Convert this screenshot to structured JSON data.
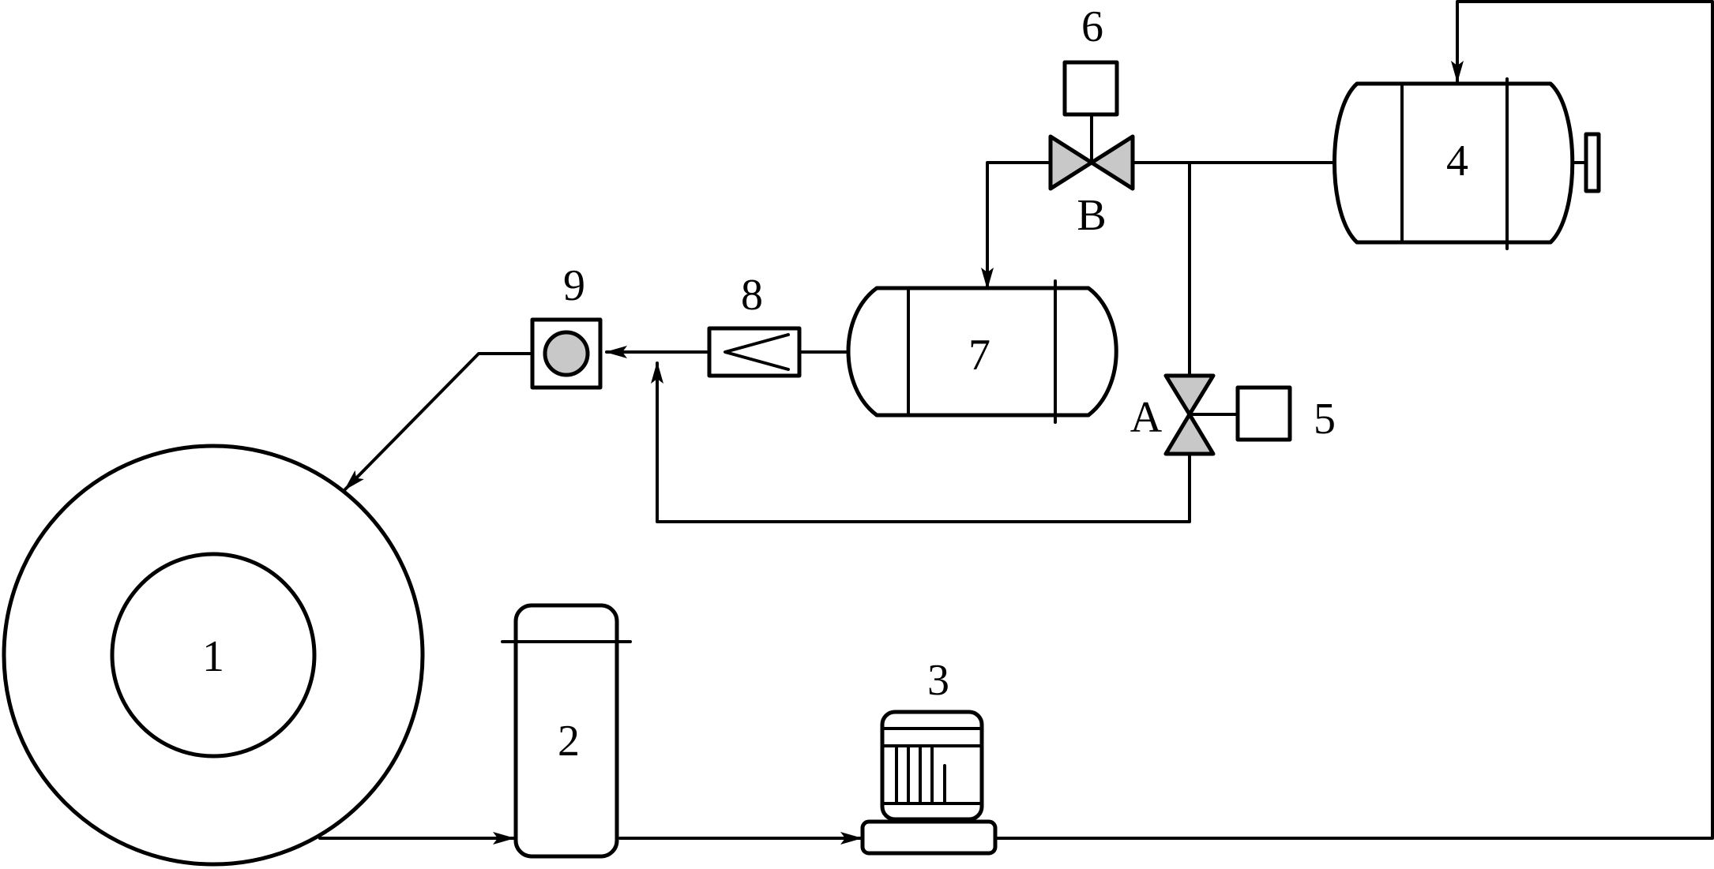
{
  "components": {
    "c1": "1",
    "c2": "2",
    "c3": "3",
    "c4": "4",
    "c5": "5",
    "c6": "6",
    "c7": "7",
    "c8": "8",
    "c9": "9"
  },
  "valves": {
    "a": "A",
    "b": "B"
  },
  "colors": {
    "line": "#000000",
    "valve_fill": "#c8c8c8",
    "background": "#ffffff"
  }
}
